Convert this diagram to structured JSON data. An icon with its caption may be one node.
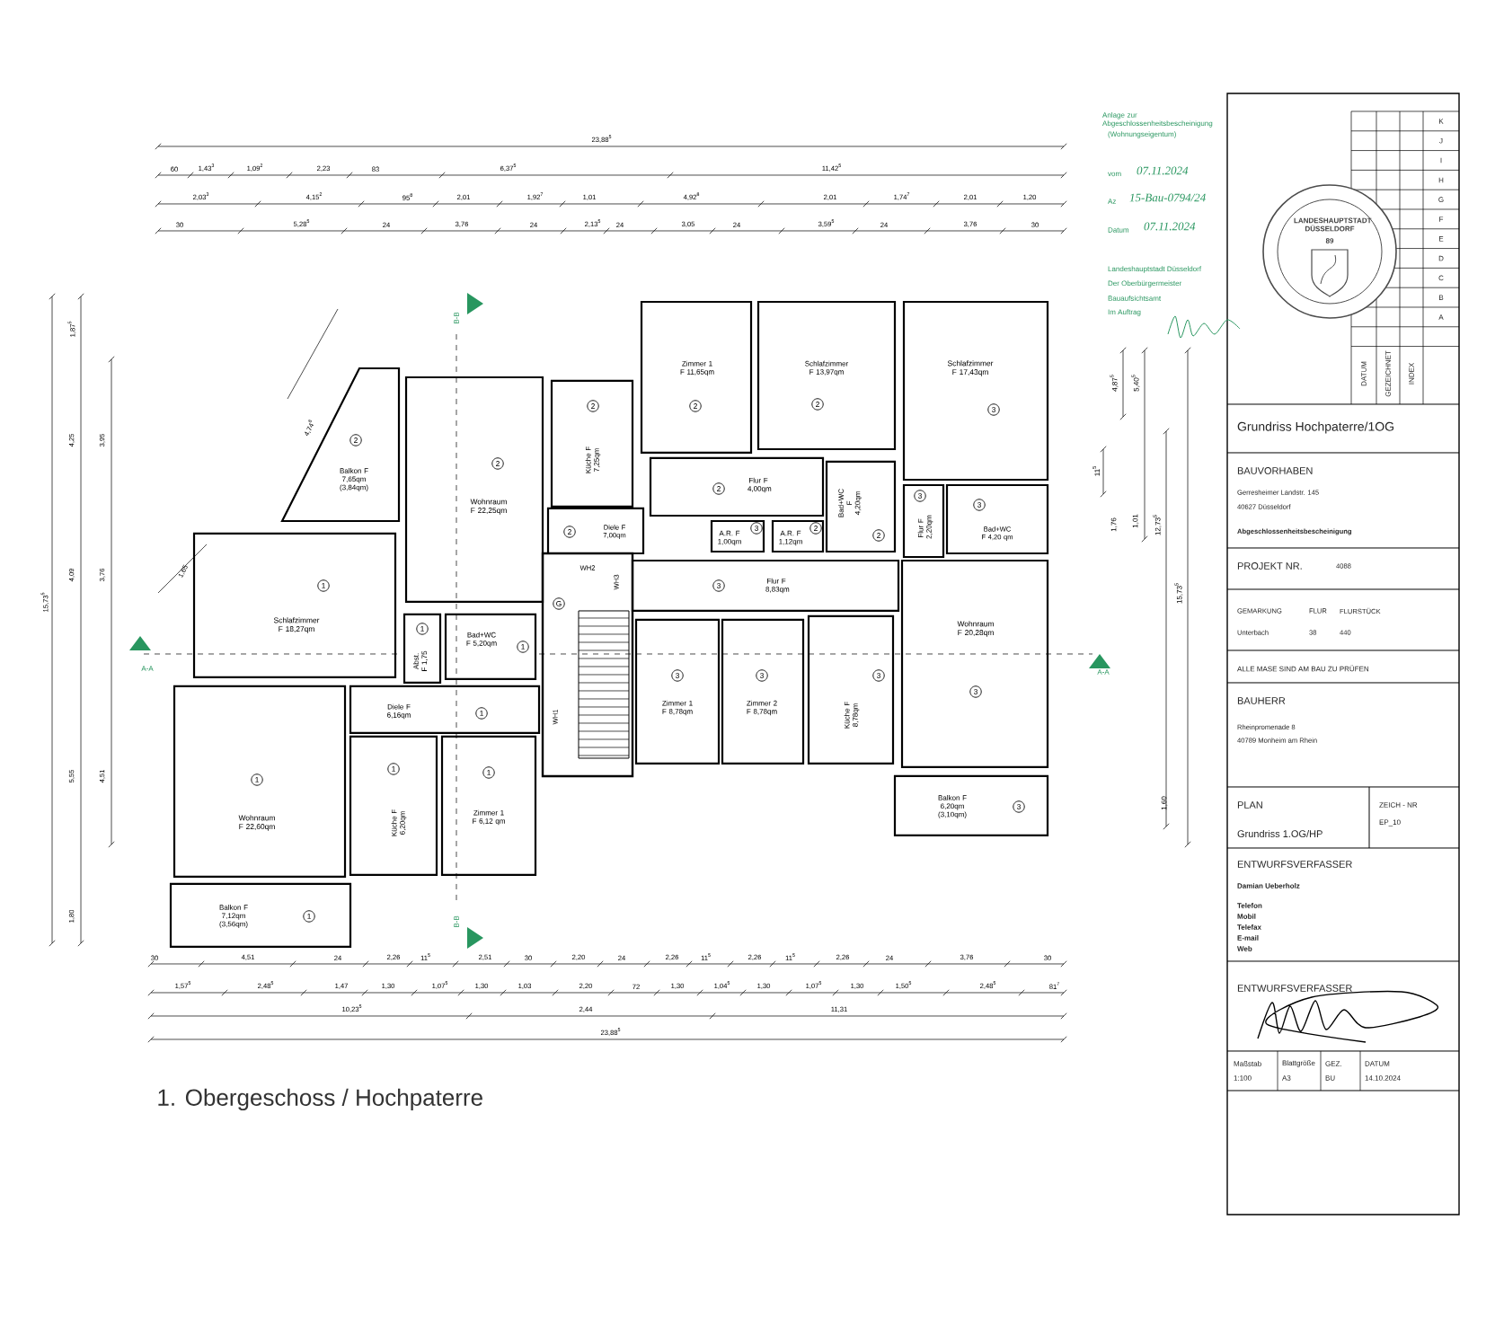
{
  "diagram": {
    "title": "1. Obergeschoss / Hochpaterre",
    "nodes": [
      {
        "text": [
          "Schlafzimmer F 18,27qm"
        ]
      },
      {
        "text": [
          "Wohnraum F 22,60qm"
        ]
      },
      {
        "text": [
          "Balkon F 7,12qm (3,56qm)"
        ]
      },
      {
        "text": [
          "Diele F 6,16qm"
        ]
      },
      {
        "text": [
          "Abst. F 1,75"
        ]
      },
      {
        "text": [
          "Bad+WC F 5,20qm"
        ]
      },
      {
        "text": [
          "Küche F 6,20qm"
        ]
      },
      {
        "text": [
          "Zimmer 1 F 6,12 qm"
        ]
      },
      {
        "text": [
          "Balkon F 7,65qm (3,84qm)"
        ]
      },
      {
        "text": [
          "Wohnraum F 22,25qm"
        ]
      },
      {
        "text": [
          "Küche F 7,25qm"
        ]
      },
      {
        "text": [
          "Diele F 7,00qm"
        ]
      },
      {
        "text": [
          "Zimmer 1 F 11,65qm"
        ]
      },
      {
        "text": [
          "Schlafzimmer F 13,97qm"
        ]
      },
      {
        "text": [
          "Flur F 4,00qm"
        ]
      },
      {
        "text": [
          "A.R. F 1,00qm"
        ]
      },
      {
        "text": [
          "A.R. F 1,12qm"
        ]
      },
      {
        "text": [
          "Bad+WC F 4,20qm"
        ]
      },
      {
        "text": [
          "Schlafzimmer F 17,43qm"
        ]
      },
      {
        "text": [
          "Flur F 2,20qm"
        ]
      },
      {
        "text": [
          "Bad+WC F 4,20 qm"
        ]
      },
      {
        "text": [
          "Flur F 8,83qm"
        ]
      },
      {
        "text": [
          "Zimmer 1 F 8,78qm"
        ]
      },
      {
        "text": [
          "Zimmer 2 F 8,78qm"
        ]
      },
      {
        "text": [
          "Küche F 8,78qm"
        ]
      },
      {
        "text": [
          "Wohnraum F 20,28qm"
        ]
      },
      {
        "text": [
          "Balkon F 6,20qm (3,10qm)"
        ]
      },
      {
        "text": [
          "1"
        ],
        "in": 0
      },
      {
        "text": [
          "1"
        ],
        "in": 1
      },
      {
        "text": [
          "1"
        ],
        "in": 2
      },
      {
        "text": [
          "1"
        ],
        "in": 3
      },
      {
        "text": [
          "1"
        ],
        "in": 4
      },
      {
        "text": [
          "1"
        ],
        "in": 5
      },
      {
        "text": [
          "1"
        ],
        "in": 6
      },
      {
        "text": [
          "1"
        ],
        "in": 7
      },
      {
        "text": [
          "2"
        ],
        "in": 8
      },
      {
        "text": [
          "2"
        ],
        "in": 9
      },
      {
        "text": [
          "2"
        ],
        "in": 10
      },
      {
        "text": [
          "2"
        ],
        "in": 11
      },
      {
        "text": [
          "2"
        ],
        "in": 12
      },
      {
        "text": [
          "2"
        ],
        "in": 13
      },
      {
        "text": [
          "2"
        ],
        "in": 14
      },
      {
        "text": [
          "3"
        ],
        "in": 15
      },
      {
        "text": [
          "2"
        ],
        "in": 16
      },
      {
        "text": [
          "2"
        ],
        "in": 17
      },
      {
        "text": [
          "3"
        ],
        "in": 18
      },
      {
        "text": [
          "3"
        ],
        "in": 19
      },
      {
        "text": [
          "3"
        ],
        "in": 20
      },
      {
        "text": [
          "3"
        ],
        "in": 21
      },
      {
        "text": [
          "3"
        ],
        "in": 22
      },
      {
        "text": [
          "3"
        ],
        "in": 23
      },
      {
        "text": [
          "3"
        ],
        "in": 24
      },
      {
        "text": [
          "3"
        ],
        "in": 25
      },
      {
        "text": [
          "3"
        ],
        "in": 26
      },
      {
        "text": [
          "G"
        ]
      }
    ],
    "labels": [
      "23,88$^{5}$",
      "60",
      "1,43$^{3}$",
      "1,09$^{2}$",
      "2,23",
      "83",
      "6,37$^{5}$",
      "11,42$^{5}$",
      "2,03$^{3}$",
      "4,15$^{2}$",
      "95$^{8}$",
      "2,01",
      "1,92$^{7}$",
      "1,01",
      "4,92$^{8}$",
      "2,01",
      "1,74$^{7}$",
      "2,01",
      "1,20",
      "30",
      "5,28$^{5}$",
      "24",
      "3,76",
      "24",
      "2,13$^{5}$",
      "24",
      "3,05",
      "24",
      "3,59$^{5}$",
      "24",
      "3,76",
      "30",
      "15,73$^{5}$",
      "1,87$^{5}$",
      "4,25",
      "4,09",
      "5,55",
      "1,80",
      "3,95",
      "3,76",
      "4,51",
      "4,74$^{8}$",
      "1,65",
      "B-B",
      "A-A",
      "A-A",
      "B-B",
      "WH2",
      "WH3",
      "WH1",
      "4,87$^{5}$",
      "5,40$^{5}$",
      "11$^{5}$",
      "1,76",
      "1,01",
      "12,73$^{5}$",
      "15,73$^{5}$",
      "1,60",
      "30",
      "4,51",
      "24",
      "2,26",
      "11$^{5}$",
      "2,51",
      "30",
      "2,20",
      "24",
      "2,26",
      "11$^{5}$",
      "2,26",
      "11$^{5}$",
      "2,26",
      "24",
      "3,76",
      "30",
      "1,57$^{5}$",
      "2,48$^{5}$",
      "1,47",
      "1,30",
      "1,07$^{5}$",
      "1,30",
      "1,03",
      "2,20",
      "72",
      "1,30",
      "1,04$^{5}$",
      "1,30",
      "1,07$^{5}$",
      "1,30",
      "1,50$^{5}$",
      "2,48$^{5}$",
      "81$^{7}$",
      "10,23$^{5}$",
      "2,44",
      "11,31",
      "23,88$^{5}$",
      "Anlage zur Abgeschlossenheitsbescheinigung",
      "(Wohnungseigentum)",
      "vom",
      "07.11.2024",
      "Az",
      "15-Bau-0794/24",
      "Datum",
      "07.11.2024",
      "Landeshauptstadt Düsseldorf",
      "Der Oberbürgermeister",
      "Bauaufsichtsamt",
      "Im Auftrag",
      "LANDESHAUPTSTADT DÜSSELDORF",
      "89",
      "K",
      "J",
      "I",
      "H",
      "G",
      "F",
      "E",
      "D",
      "C",
      "B",
      "A",
      "DATUM",
      "GEZEICHNET",
      "INDEX",
      "Grundriss Hochpaterre/1OG",
      "BAUVORHABEN",
      "Gerresheimer Landstr. 145",
      "40627 Düsseldorf",
      "Abgeschlossenheitsbescheinigung",
      "PROJEKT NR.",
      "4088",
      "GEMARKUNG",
      "FLUR",
      "FLURSTÜCK",
      "Unterbach",
      "38",
      "440",
      "ALLE MASE SIND AM BAU ZU PRÜFEN",
      "BAUHERR",
      "Rheinpromenade 8",
      "40789 Monheim am Rhein",
      "PLAN",
      "Grundriss 1.OG/HP",
      "ZEICH - NR",
      "EP_10",
      "ENTWURFSVERFASSER",
      "Damian Ueberholz",
      "Telefon",
      "Mobil",
      "Telefax",
      "E-mail",
      "Web",
      "ENTWURFSVERFASSER",
      "Maßstab",
      "1:100",
      "Blattgröße",
      "A3",
      "GEZ.",
      "BU",
      "DATUM",
      "14.10.2024"
    ]
  }
}
